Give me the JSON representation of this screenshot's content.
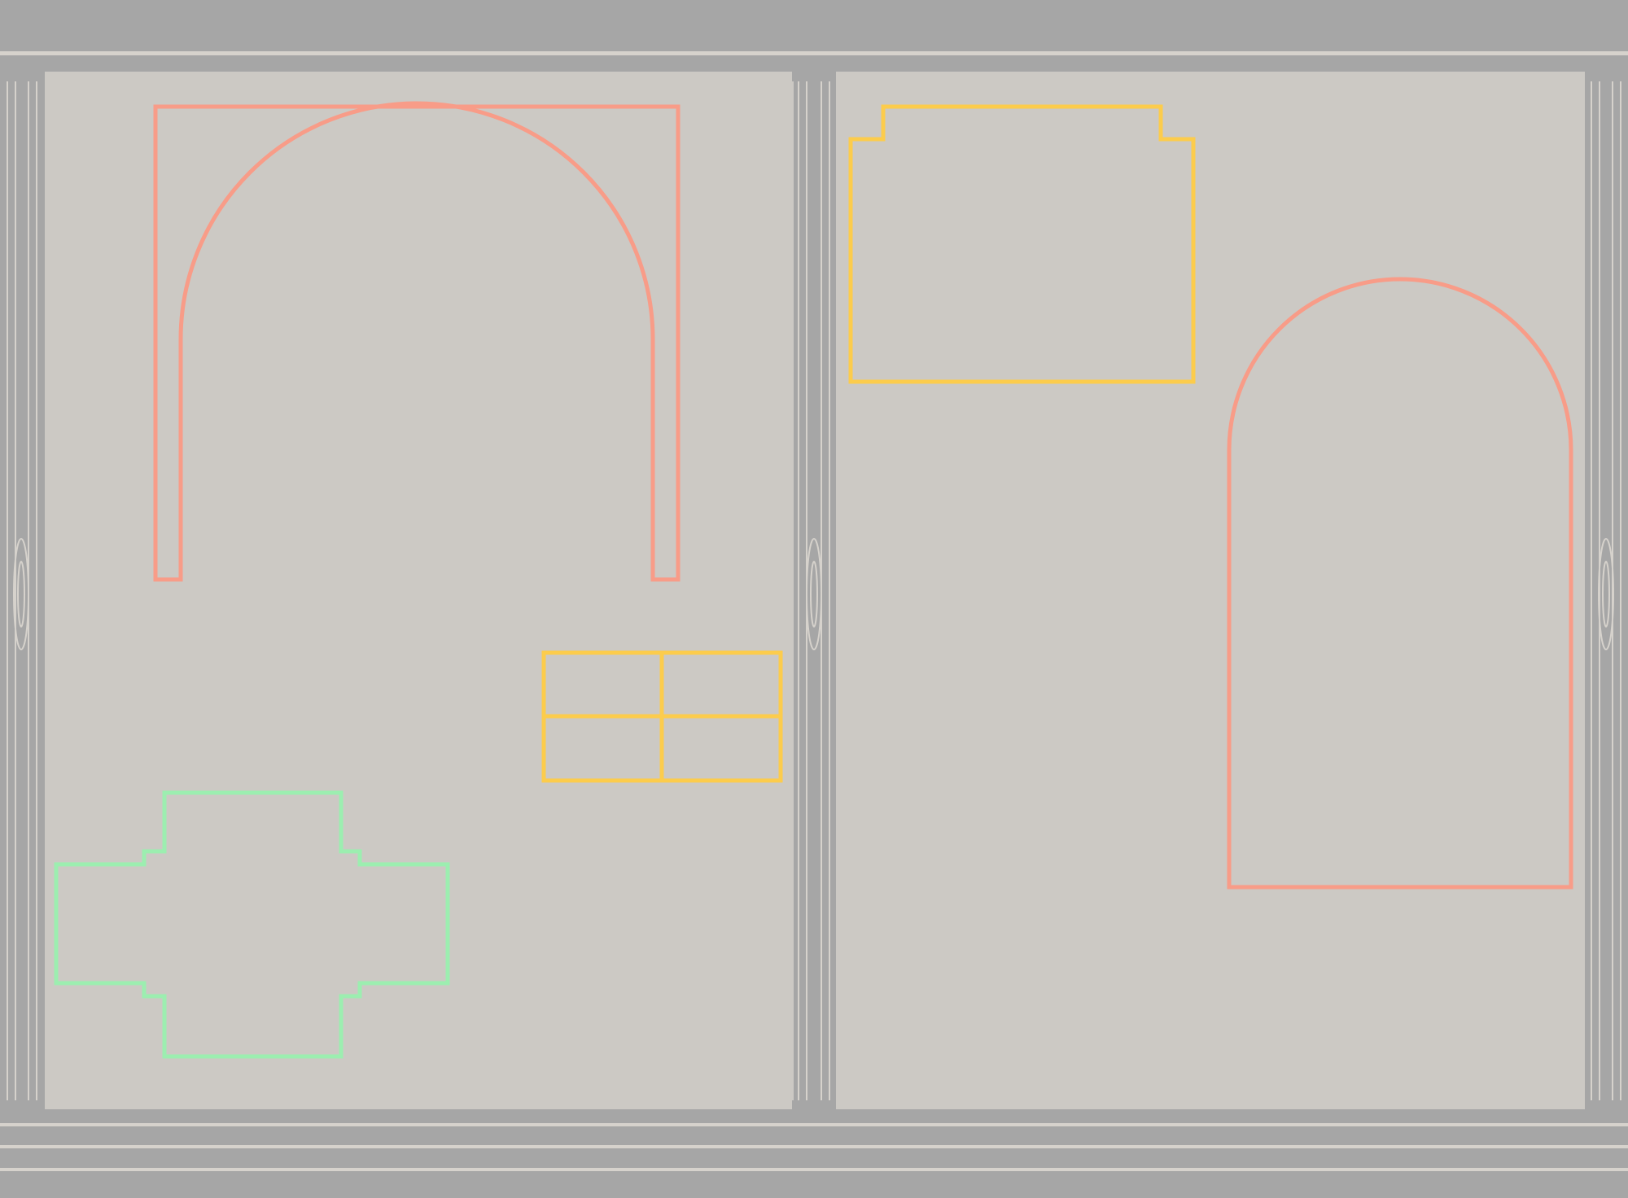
{
  "colors": {
    "frame": "#a6a6a6",
    "panel": "#ccc9c4",
    "line": "#d6d2cc",
    "coral": "#f89c88",
    "gold": "#fccc4c",
    "mint": "#9ceeb0"
  },
  "shapes": [
    {
      "name": "archway-outline-left",
      "color_key": "coral"
    },
    {
      "name": "window-grid-2x2",
      "color_key": "gold"
    },
    {
      "name": "cross-plan-outline",
      "color_key": "mint"
    },
    {
      "name": "notched-panel-outline",
      "color_key": "gold"
    },
    {
      "name": "arched-door-outline",
      "color_key": "coral"
    }
  ]
}
